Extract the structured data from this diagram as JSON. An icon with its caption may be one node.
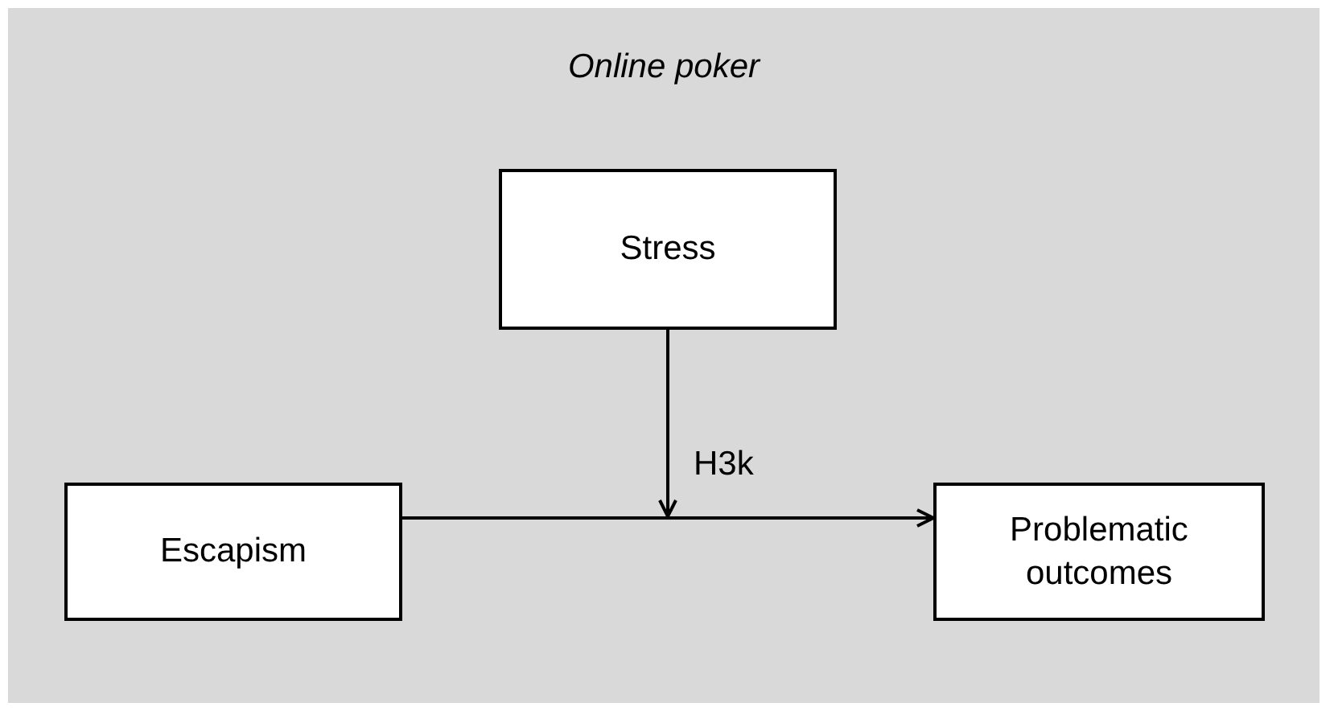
{
  "diagram": {
    "nodes": [
      {
        "text": [
          "Online poker"
        ]
      },
      {
        "text": [
          "Stress"
        ],
        "in": 0
      },
      {
        "text": [
          "Escapism"
        ],
        "in": 0
      },
      {
        "text": [
          "Problematic outcomes"
        ],
        "in": 0
      }
    ],
    "edges": [
      {
        "from": 1,
        "to": null,
        "arrow": "to",
        "label": "H3k"
      },
      {
        "from": 2,
        "to": 3,
        "arrow": "to"
      }
    ]
  }
}
